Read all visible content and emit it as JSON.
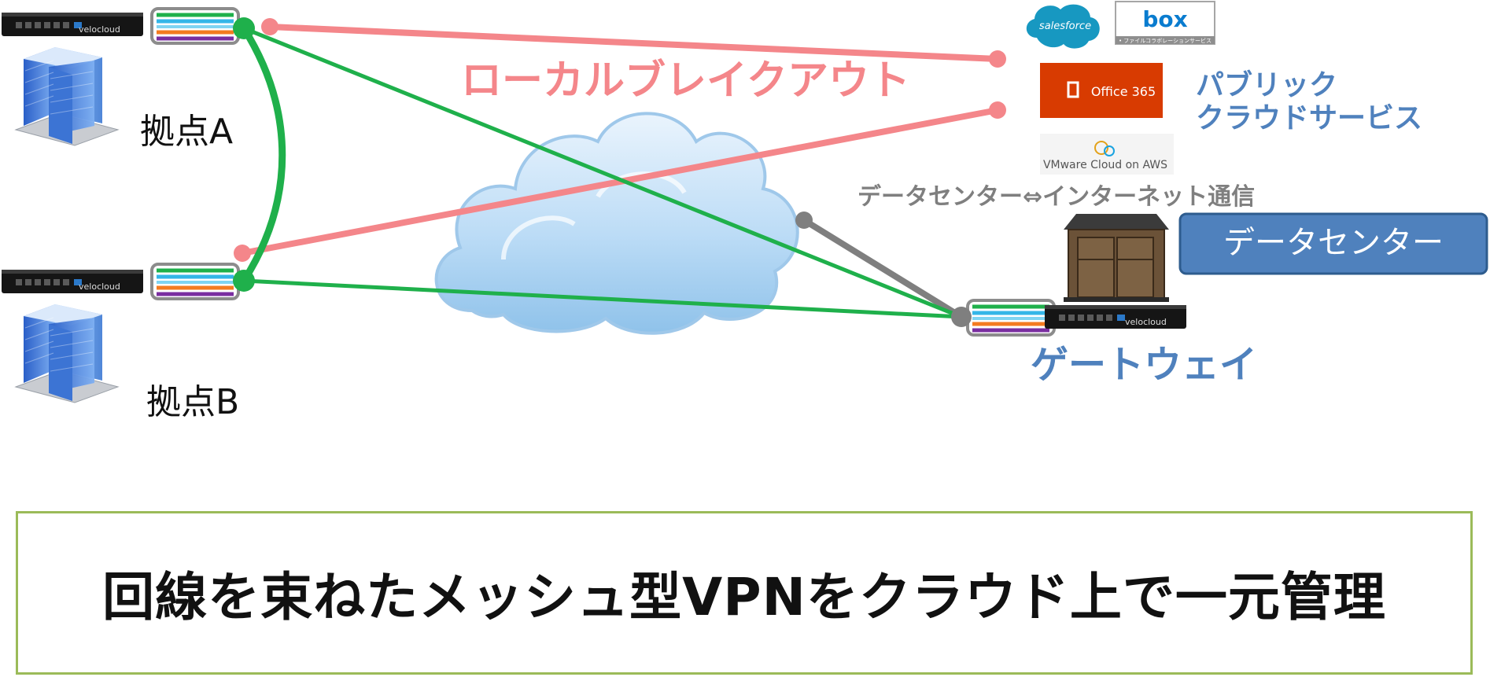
{
  "nodes": {
    "site_a": {
      "label": "拠点A"
    },
    "site_b": {
      "label": "拠点B"
    },
    "gateway": {
      "label": "ゲートウェイ"
    },
    "datacenter": {
      "label": "データセンター"
    },
    "public_cloud": {
      "label_line1": "パブリック",
      "label_line2": "クラウドサービス"
    }
  },
  "edges": {
    "local_breakout": {
      "label": "ローカルブレイクアウト",
      "color": "#f4868a"
    },
    "dc_internet": {
      "label": "データセンター⇔インターネット通信",
      "color": "#7f7f7f"
    },
    "mesh_color": "#1fb04b"
  },
  "services": {
    "salesforce": "salesforce",
    "box": "box",
    "box_sub": "• ファイルコラボレーションサービス",
    "office365": "Office 365",
    "vmware": "VMware Cloud on AWS"
  },
  "device_brand": "velocloud",
  "caption": "回線を束ねたメッシュ型VPNをクラウド上で一元管理",
  "colors": {
    "accent_blue": "#4f81bd",
    "office_red": "#d83b01",
    "salesforce_blue": "#1798c1",
    "caption_border": "#9bbb59"
  }
}
